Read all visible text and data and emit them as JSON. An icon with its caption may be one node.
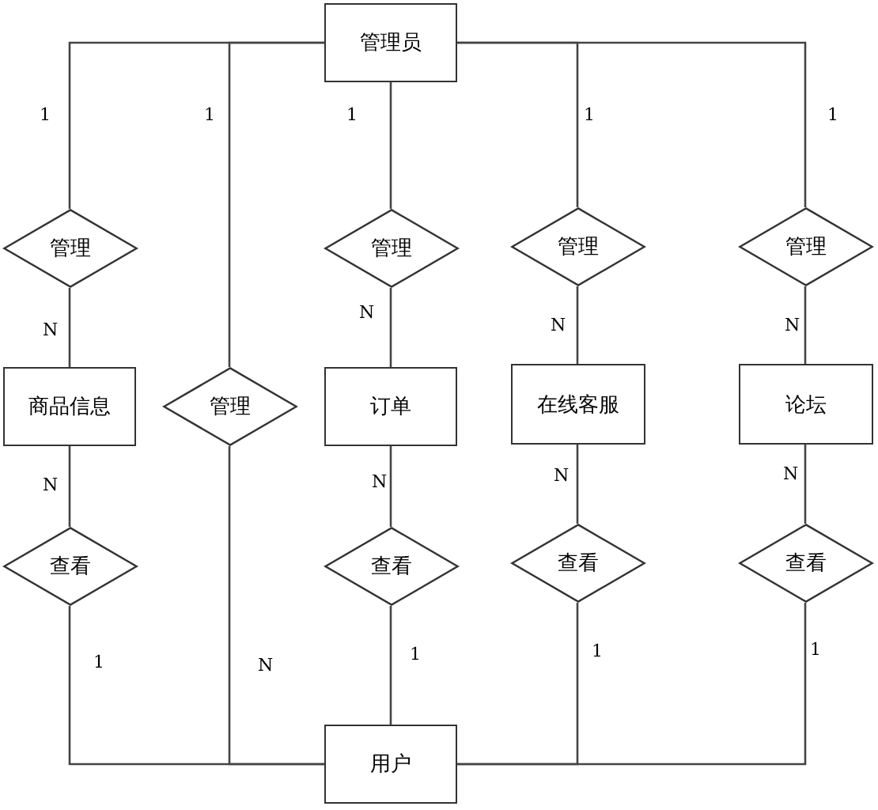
{
  "diagram": {
    "nodes": [
      {
        "text": [
          "管理员"
        ]
      },
      {
        "text": [
          "管理"
        ]
      },
      {
        "text": [
          "管理"
        ]
      },
      {
        "text": [
          "管理"
        ]
      },
      {
        "text": [
          "管理"
        ]
      },
      {
        "text": [
          "商品信息"
        ]
      },
      {
        "text": [
          "管理"
        ]
      },
      {
        "text": [
          "订单"
        ]
      },
      {
        "text": [
          "在线客服"
        ]
      },
      {
        "text": [
          "论坛"
        ]
      },
      {
        "text": [
          "查看"
        ]
      },
      {
        "text": [
          "查看"
        ]
      },
      {
        "text": [
          "查看"
        ]
      },
      {
        "text": [
          "查看"
        ]
      },
      {
        "text": [
          "用户"
        ]
      }
    ],
    "edges": [
      {
        "from": 0,
        "to": 1,
        "arrow": "none",
        "label": "1"
      },
      {
        "from": 0,
        "to": 6,
        "arrow": "none",
        "label": "1"
      },
      {
        "from": 0,
        "to": 2,
        "arrow": "none",
        "label": "1"
      },
      {
        "from": 0,
        "to": 3,
        "arrow": "none",
        "label": "1"
      },
      {
        "from": 0,
        "to": 4,
        "arrow": "none",
        "label": "1"
      },
      {
        "from": 1,
        "to": 5,
        "arrow": "none",
        "label": "N"
      },
      {
        "from": 2,
        "to": 7,
        "arrow": "none",
        "label": "N"
      },
      {
        "from": 3,
        "to": 8,
        "arrow": "none",
        "label": "N"
      },
      {
        "from": 4,
        "to": 9,
        "arrow": "none",
        "label": "N"
      },
      {
        "from": 5,
        "to": 10,
        "arrow": "none",
        "label": "N"
      },
      {
        "from": 7,
        "to": 11,
        "arrow": "none",
        "label": "N"
      },
      {
        "from": 8,
        "to": 12,
        "arrow": "none",
        "label": "N"
      },
      {
        "from": 9,
        "to": 13,
        "arrow": "none",
        "label": "N"
      },
      {
        "from": 10,
        "to": 14,
        "arrow": "none",
        "label": "1"
      },
      {
        "from": 6,
        "to": 14,
        "arrow": "none",
        "label": "N"
      },
      {
        "from": 11,
        "to": 14,
        "arrow": "none",
        "label": "1"
      },
      {
        "from": 12,
        "to": 14,
        "arrow": "none",
        "label": "1"
      },
      {
        "from": 13,
        "to": 14,
        "arrow": "none",
        "label": "1"
      }
    ]
  }
}
